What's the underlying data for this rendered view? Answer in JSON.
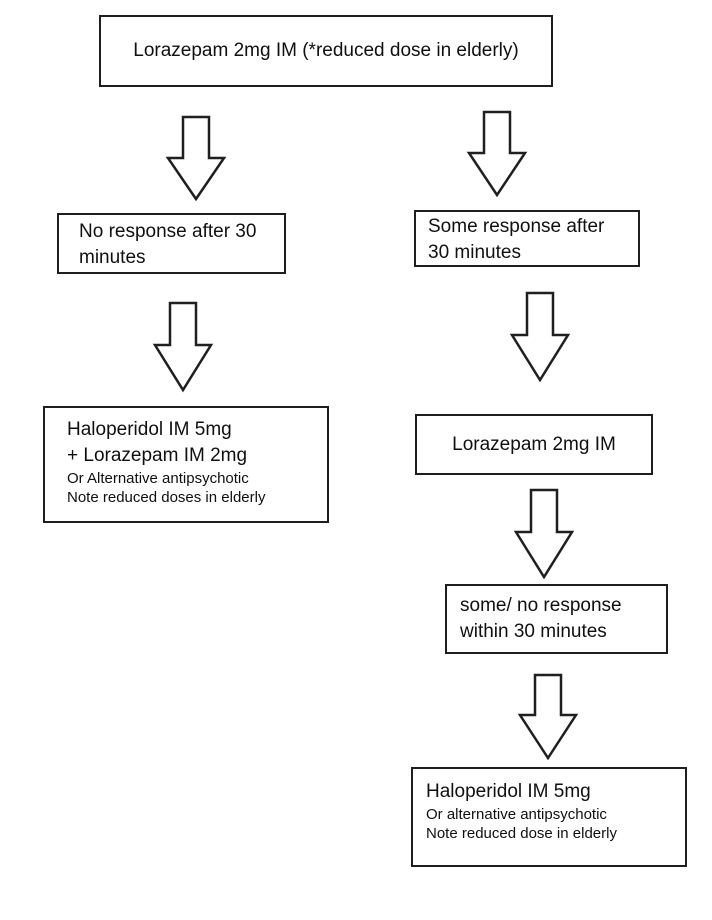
{
  "diagram": {
    "type": "flowchart",
    "colors": {
      "background": "#ffffff",
      "node_border": "#1f1f1f",
      "node_fill": "#ffffff",
      "text": "#101010"
    },
    "nodes": {
      "start": {
        "text": "Lorazepam 2mg IM (*reduced dose in elderly)"
      },
      "no_response": {
        "lines": [
          "No response after 30",
          "minutes"
        ]
      },
      "left_action": {
        "primary_lines": [
          "Haloperidol IM 5mg",
          "+ Lorazepam IM 2mg"
        ],
        "secondary_lines": [
          "Or Alternative antipsychotic",
          "Note reduced doses in elderly"
        ]
      },
      "some_response": {
        "lines": [
          "Some response after",
          "30 minutes"
        ]
      },
      "repeat_dose": {
        "text": "Lorazepam 2mg IM"
      },
      "some_no_response": {
        "lines": [
          "some/ no response",
          "within 30 minutes"
        ]
      },
      "right_action": {
        "primary_lines": [
          "Haloperidol IM 5mg"
        ],
        "secondary_lines": [
          "Or alternative antipsychotic",
          "Note reduced dose in elderly"
        ]
      }
    },
    "edges": [
      {
        "from": "start",
        "to": "no_response"
      },
      {
        "from": "start",
        "to": "some_response"
      },
      {
        "from": "no_response",
        "to": "left_action"
      },
      {
        "from": "some_response",
        "to": "repeat_dose"
      },
      {
        "from": "repeat_dose",
        "to": "some_no_response"
      },
      {
        "from": "some_no_response",
        "to": "right_action"
      }
    ]
  }
}
